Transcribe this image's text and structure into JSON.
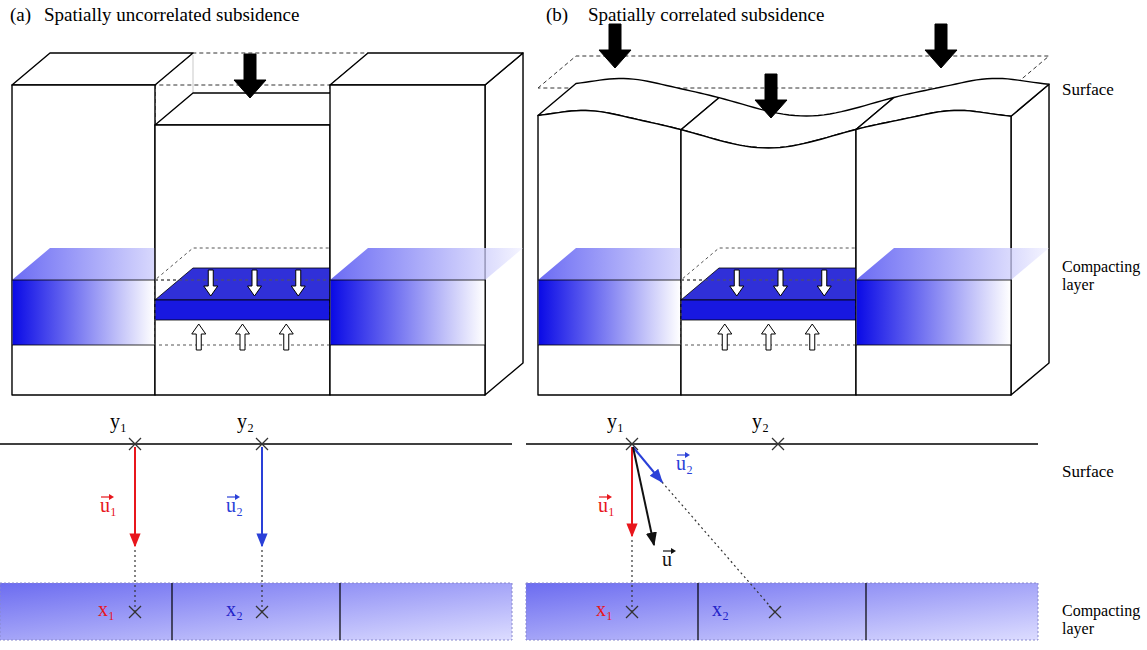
{
  "diagram": {
    "labels": [
      "(a)",
      "Spatially uncorrelated subsidence",
      "(b)",
      "Spatially correlated subsidence",
      "Surface",
      "Compacting layer",
      "y₁",
      "y₂",
      "u₁",
      "u₂",
      "x₁",
      "x₂",
      "y₁",
      "y₂",
      "Surface",
      "u₁",
      "u₂",
      "u",
      "x₁",
      "x₂",
      "Compacting layer"
    ]
  }
}
